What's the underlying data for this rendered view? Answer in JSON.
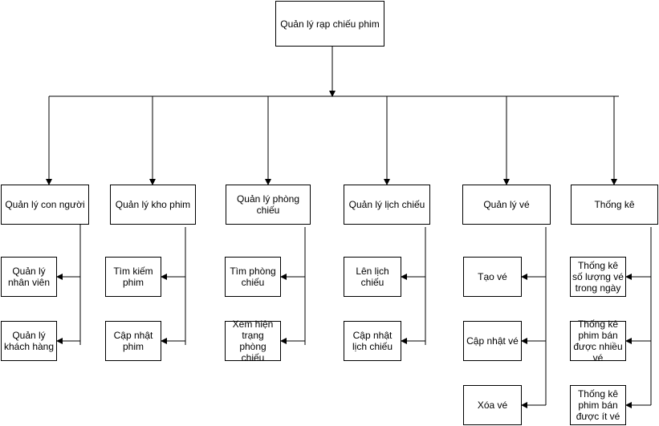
{
  "diagram": {
    "root": {
      "label": "Quản lý rạp chiếu phim"
    },
    "groups": [
      {
        "label": "Quản lý con người",
        "children": [
          "Quản lý nhân viên",
          "Quản lý khách hàng"
        ]
      },
      {
        "label": "Quản lý kho phim",
        "children": [
          "Tìm kiếm phim",
          "Cập nhật phim"
        ]
      },
      {
        "label": "Quản lý phòng chiếu",
        "children": [
          "Tìm phòng chiếu",
          "Xem hiện trạng phòng chiếu"
        ]
      },
      {
        "label": "Quản lý lịch chiếu",
        "children": [
          "Lên lịch chiếu",
          "Cập nhật lịch chiếu"
        ]
      },
      {
        "label": "Quản lý vé",
        "children": [
          "Tạo vé",
          "Cập nhật vé",
          "Xóa vé"
        ]
      },
      {
        "label": "Thống kê",
        "children": [
          "Thống kê số lượng vé trong ngày",
          "Thống kê phim bán được nhiều vé",
          "Thống kê phim bán được ít vé"
        ]
      }
    ]
  }
}
